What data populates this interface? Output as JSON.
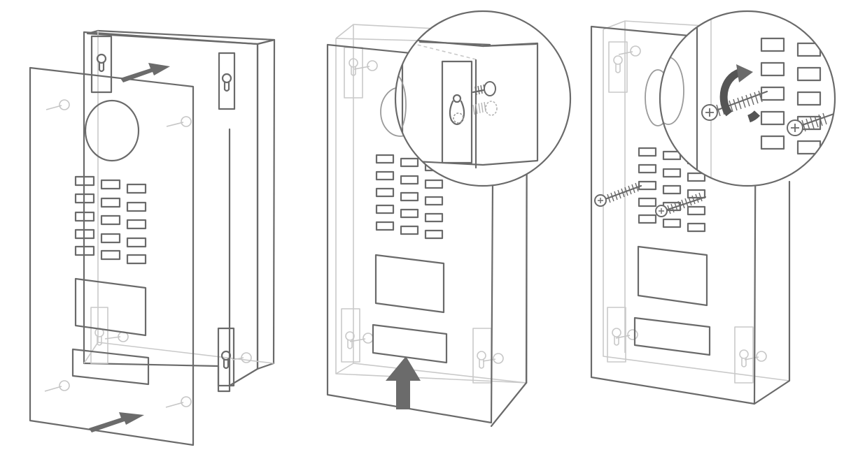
{
  "diagram": {
    "steps": [
      {
        "id": "step-1",
        "action": "slide-panel-onto-housing"
      },
      {
        "id": "step-2",
        "action": "push-panel-up-onto-keyhole-screws"
      },
      {
        "id": "step-3",
        "action": "insert-and-tighten-fixing-screws"
      }
    ],
    "colors": {
      "line": "#6a6a6a",
      "hidden_line": "#c9c9c9",
      "arrow": "#6b6b6b",
      "background": "#ffffff"
    },
    "icons": [
      "direction-arrow-icon",
      "rotate-clockwise-icon",
      "screw-icon",
      "keyhole-slot-icon"
    ]
  }
}
